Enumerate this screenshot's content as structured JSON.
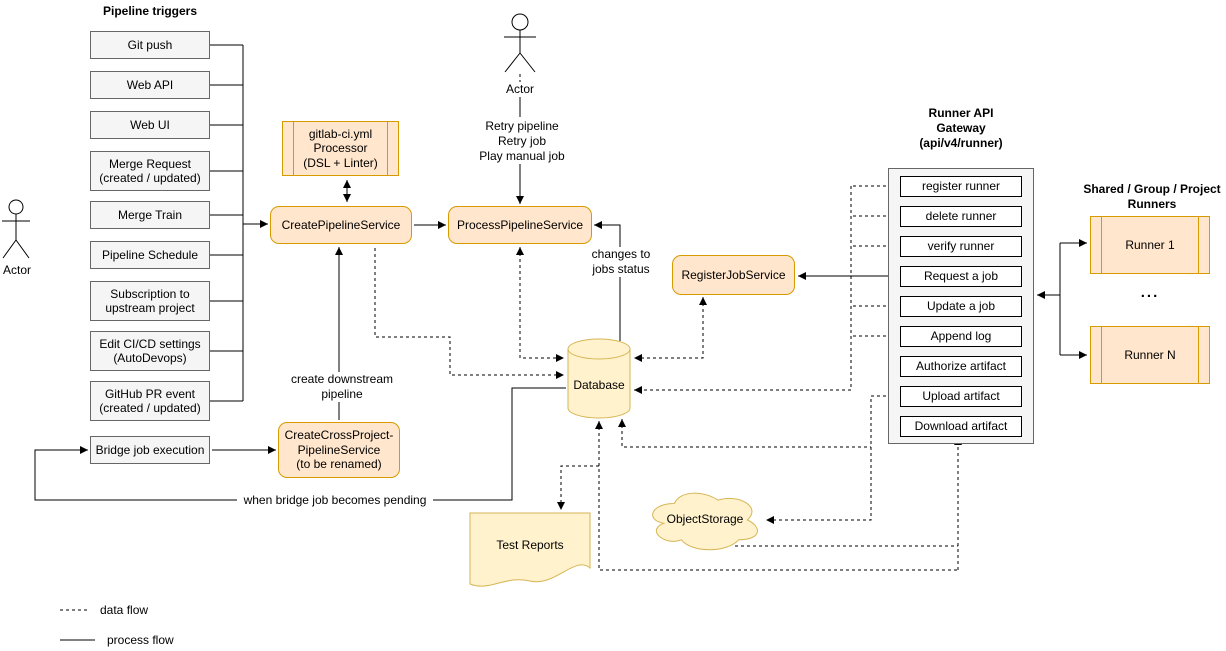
{
  "triggers": {
    "title": "Pipeline triggers",
    "items": [
      "Git push",
      "Web API",
      "Web UI",
      "Merge Request\n(created / updated)",
      "Merge Train",
      "Pipeline Schedule",
      "Subscription to\nupstream project",
      "Edit CI/CD settings\n(AutoDevops)",
      "GitHub PR event\n(created / updated)",
      "Bridge job execution"
    ]
  },
  "actors": {
    "left_label": "Actor",
    "top_label": "Actor",
    "top_actions": "Retry pipeline\nRetry job\nPlay manual job"
  },
  "services": {
    "processor": "gitlab-ci.yml\nProcessor\n(DSL + Linter)",
    "create_pipeline": "CreatePipelineService",
    "process_pipeline": "ProcessPipelineService",
    "register_job": "RegisterJobService",
    "create_cross_project": "CreateCrossProject-\nPipelineService\n(to be renamed)"
  },
  "storage": {
    "database": "Database",
    "object_storage": "ObjectStorage",
    "test_reports": "Test Reports"
  },
  "gateway": {
    "title": "Runner API\nGateway\n(api/v4/runner)",
    "endpoints": [
      "register runner",
      "delete runner",
      "verify runner",
      "Request a job",
      "Update a job",
      "Append log",
      "Authorize artifact",
      "Upload artifact",
      "Download artifact"
    ]
  },
  "runners": {
    "title": "Shared / Group / Project\nRunners",
    "items": [
      "Runner 1",
      "Runner N"
    ],
    "ellipsis": "..."
  },
  "edge_labels": {
    "create_downstream": "create downstream\npipeline",
    "when_bridge": "when bridge job becomes pending",
    "changes_to": "changes to\njobs status"
  },
  "legend": {
    "data_flow": "data flow",
    "process_flow": "process flow"
  },
  "colors": {
    "service_fill": "#ffe6cc",
    "service_border": "#d79b00",
    "storage_fill": "#fff2cc",
    "storage_border": "#d6b656",
    "trigger_fill": "#f5f5f5",
    "trigger_border": "#666666"
  }
}
